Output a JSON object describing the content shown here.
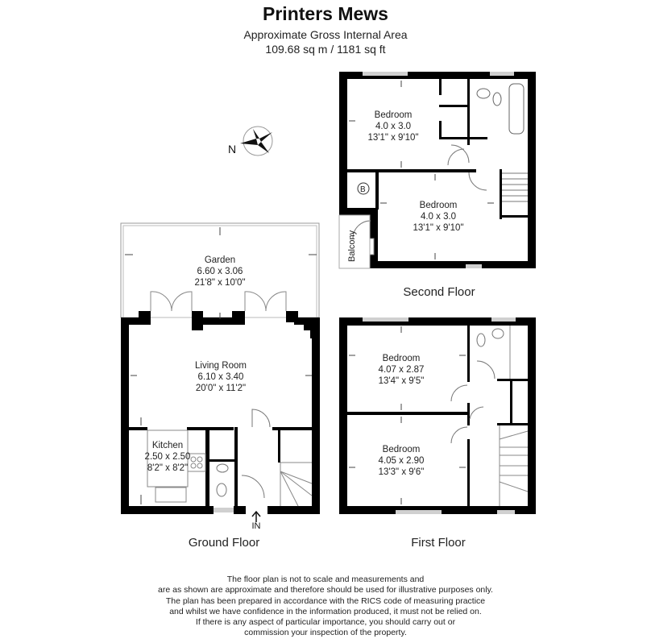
{
  "header": {
    "title": "Printers Mews",
    "subtitle": "Approximate Gross Internal Area",
    "area": "109.68 sq m / 1181 sq ft"
  },
  "compass": {
    "label": "N",
    "icon": "compass-rose-icon"
  },
  "floors": {
    "ground": {
      "label": "Ground Floor",
      "entrance_label": "IN",
      "rooms": [
        {
          "name": "Garden",
          "metric": "6.60 x 3.06",
          "imperial": "21'8\" x 10'0\""
        },
        {
          "name": "Living Room",
          "metric": "6.10 x 3.40",
          "imperial": "20'0\" x 11'2\""
        },
        {
          "name": "Kitchen",
          "metric": "2.50 x 2.50",
          "imperial": "8'2\" x 8'2\""
        }
      ]
    },
    "first": {
      "label": "First Floor",
      "rooms": [
        {
          "name": "Bedroom",
          "metric": "4.07 x 2.87",
          "imperial": "13'4\" x 9'5\""
        },
        {
          "name": "Bedroom",
          "metric": "4.05 x 2.90",
          "imperial": "13'3\" x 9'6\""
        }
      ]
    },
    "second": {
      "label": "Second Floor",
      "boiler_label": "B",
      "balcony_label": "Balcony",
      "rooms": [
        {
          "name": "Bedroom",
          "metric": "4.0 x 3.0",
          "imperial": "13'1\" x 9'10\""
        },
        {
          "name": "Bedroom",
          "metric": "4.0 x 3.0",
          "imperial": "13'1\" x 9'10\""
        }
      ]
    }
  },
  "disclaimer": [
    "The floor plan is not to scale and measurements and",
    "are as shown are approximate and therefore should be used for illustrative purposes only.",
    "The plan has been prepared in accordance with the RICS code of measuring practice",
    "and whilst we have confidence in the information produced, it must not be relied on.",
    "If there is any aspect of particular importance, you should carry out or",
    "commission your inspection of the property."
  ],
  "colors": {
    "wall": "#000000",
    "window": "#bdbdbd",
    "line": "#888888"
  }
}
